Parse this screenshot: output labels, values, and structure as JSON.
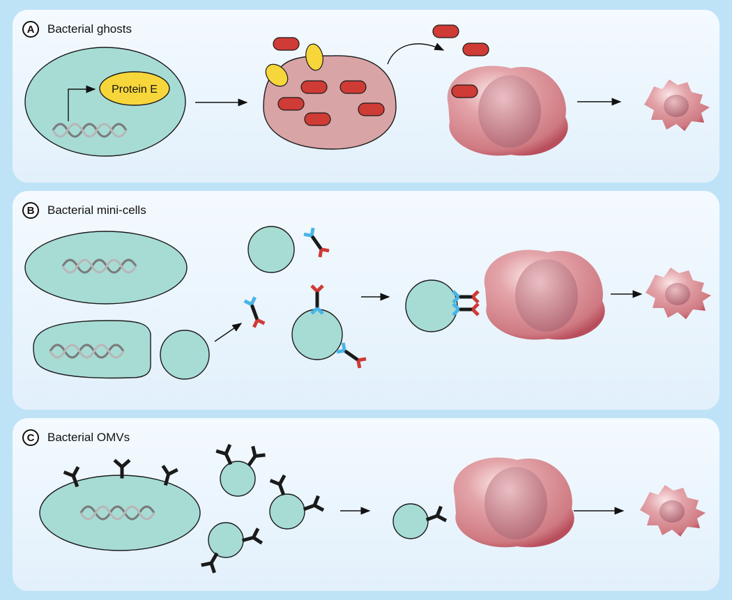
{
  "colors": {
    "bacterium_fill": "#a7dcd5",
    "ghost_fill": "#d8a4a6",
    "cargo_red": "#cf3b35",
    "protein_yellow": "#f7d63b",
    "antibody_dark": "#1a1a1a",
    "antibody_blue": "#4bb4e6",
    "antibody_red": "#cf3b35",
    "host_cell": "#d98c91",
    "nucleus": "#b86f7c",
    "background": "#bfe3f6"
  },
  "panels": [
    {
      "letter": "A",
      "title": "Bacterial ghosts",
      "protein_label": "Protein E"
    },
    {
      "letter": "B",
      "title": "Bacterial mini-cells"
    },
    {
      "letter": "C",
      "title": "Bacterial OMVs"
    }
  ],
  "icons": [
    "dna-helix-icon",
    "antibody-icon",
    "host-cell-icon",
    "apoptotic-cell-icon",
    "arrow-icon"
  ]
}
